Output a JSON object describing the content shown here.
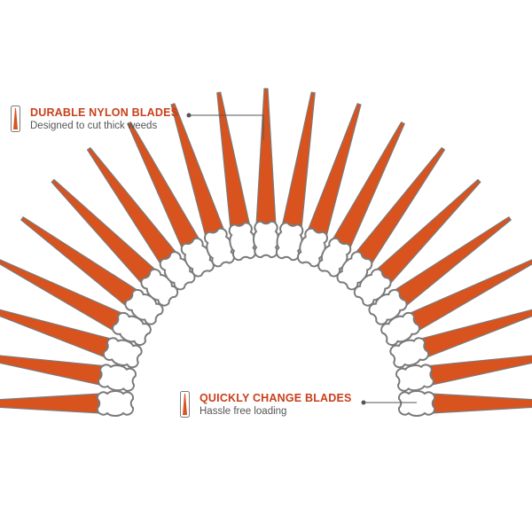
{
  "callouts": {
    "durable": {
      "title": "DURABLE NYLON BLADES",
      "subtitle": "Designed to cut thick weeds"
    },
    "quick_change": {
      "title": "QUICKLY CHANGE BLADES",
      "subtitle": "Hassle free loading"
    }
  },
  "blades": {
    "count": 21,
    "fill_color": "#d9531e",
    "outline_color": "#7a7a7a",
    "leader_color": "#555555"
  }
}
